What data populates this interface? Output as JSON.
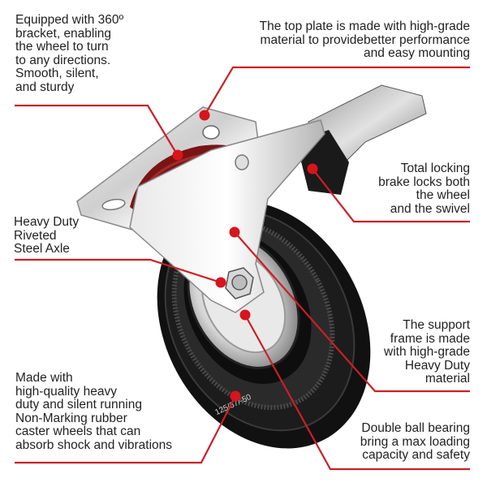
{
  "accent_color": "#cc1f26",
  "callouts": {
    "swivel": {
      "lines": [
        "Equipped with 360º",
        "bracket, enabling",
        "the wheel to turn",
        "to any directions.",
        "Smooth, silent,",
        "and sturdy"
      ]
    },
    "top_plate": {
      "lines": [
        "The top plate is made with high-grade",
        "material to providebetter performance",
        "and easy mounting"
      ]
    },
    "brake": {
      "lines": [
        "Total locking",
        "brake locks both",
        "the wheel",
        "and the swivel"
      ]
    },
    "axle": {
      "lines": [
        "Heavy Duty",
        "Riveted",
        "Steel Axle"
      ]
    },
    "frame": {
      "lines": [
        "The support",
        "frame is made",
        "with high-grade",
        "Heavy Duty",
        "material"
      ]
    },
    "rubber": {
      "lines": [
        "Made with",
        "high-quality heavy",
        "duty and silent running",
        "Non-Marking rubber",
        "caster wheels that can",
        "absorb shock and vibrations"
      ]
    },
    "bearing": {
      "lines": [
        "Double ball bearing",
        "bring a max loading",
        "capacity and safety"
      ]
    }
  },
  "product": {
    "name": "Swivel caster wheel with brake",
    "tire_imprint": "125/37/-50"
  }
}
